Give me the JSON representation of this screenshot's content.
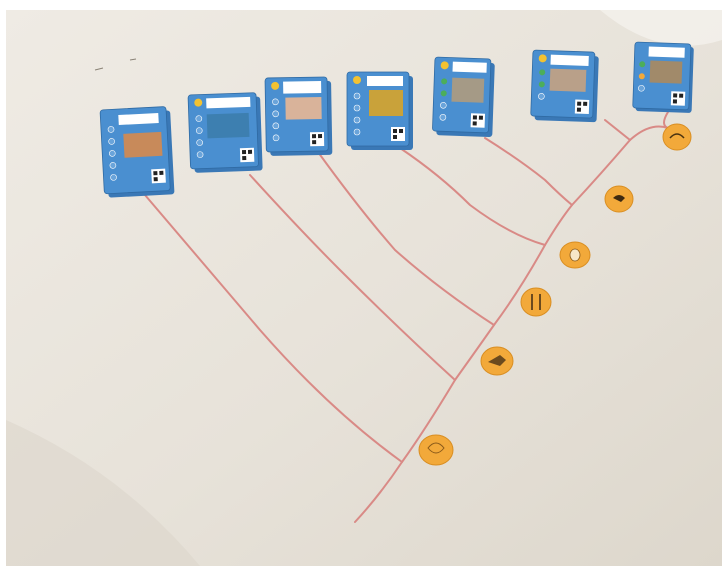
{
  "scene": {
    "colors": {
      "paper": "#e8e3da",
      "paper_shadow": "#d9d3c8",
      "card": "#4a8fd0",
      "card_dark": "#3a78b6",
      "card_panel": "#ffffff",
      "string": "#d98a86",
      "token": "#f2a93a",
      "token_dark": "#d98e22"
    },
    "cards": [
      {
        "name": "card-1",
        "image_color": "#c88a5a"
      },
      {
        "name": "card-2",
        "image_color": "#3d7fb0"
      },
      {
        "name": "card-3",
        "image_color": "#d9b39a"
      },
      {
        "name": "card-4",
        "image_color": "#c9a23a"
      },
      {
        "name": "card-5",
        "image_color": "#a59a86"
      },
      {
        "name": "card-6",
        "image_color": "#b9a089"
      },
      {
        "name": "card-7",
        "image_color": "#a18a6a"
      }
    ],
    "tokens": [
      {
        "name": "token-1",
        "icon": "shell-icon"
      },
      {
        "name": "token-2",
        "icon": "fin-icon"
      },
      {
        "name": "token-3",
        "icon": "bone-icon"
      },
      {
        "name": "token-4",
        "icon": "egg-icon"
      },
      {
        "name": "token-5",
        "icon": "hair-icon"
      },
      {
        "name": "token-6",
        "icon": "feather-icon"
      }
    ]
  }
}
